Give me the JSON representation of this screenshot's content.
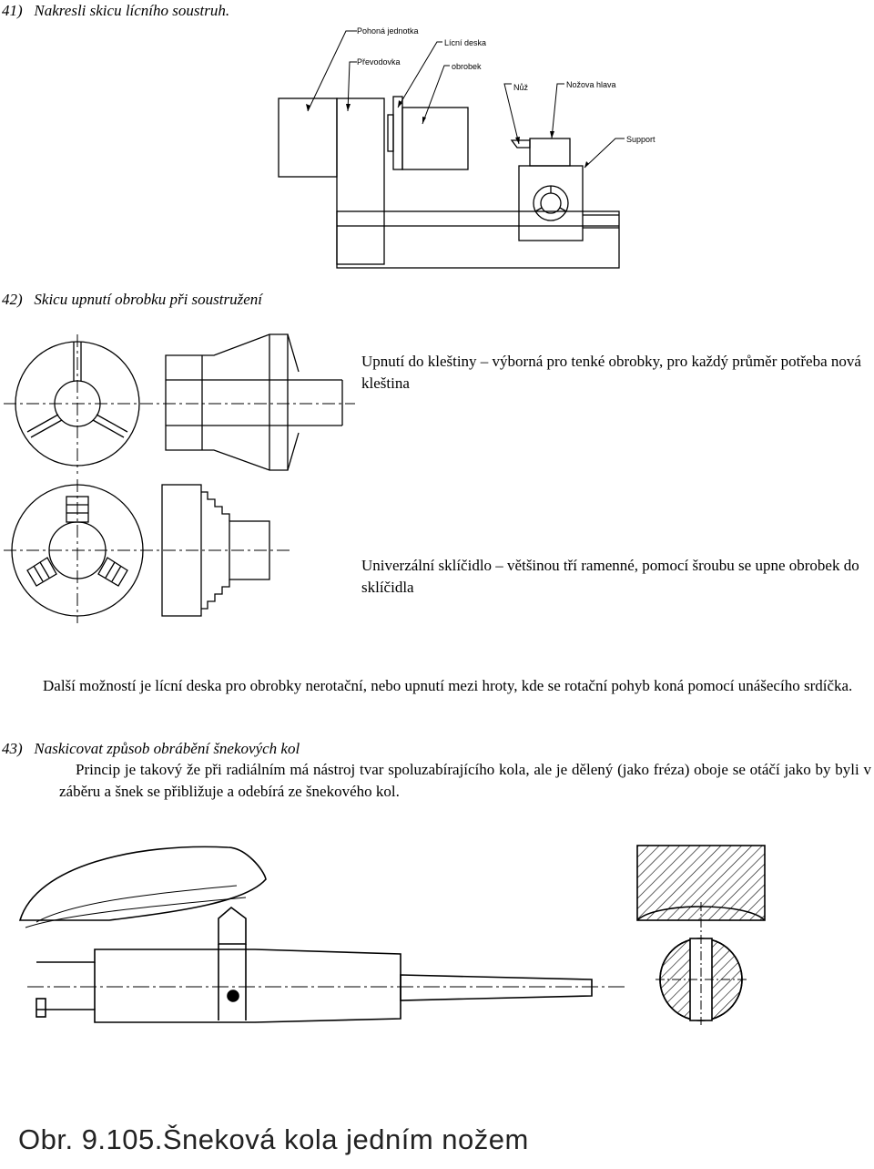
{
  "section41": {
    "heading": "41)   Nakresli skicu lícního soustruh.",
    "labels": {
      "pohona_jednotka": "Pohoná jednotka",
      "licni_deska": "Lícní deska",
      "prevodovka": "Převodovka",
      "obrobek": "obrobek",
      "nuz": "Nůž",
      "nozova_hlava": "Nožova hlava",
      "support": "Support"
    }
  },
  "section42": {
    "heading": "42)   Skicu upnutí obrobku při soustružení",
    "collet_text": "Upnutí do kleštiny – výborná pro tenké obrobky, pro každý průměr potřeba nová kleština",
    "chuck_text": "Univerzální sklíčidlo – většinou tří ramenné, pomocí šroubu se upne obrobek do sklíčidla",
    "faceplate_text": "Další možností je lícní deska pro obrobky nerotační, nebo upnutí mezi hroty, kde se rotační pohyb koná pomocí unášecího srdíčka."
  },
  "section43": {
    "heading": "43)   Naskicovat způsob obrábění šnekových kol",
    "text": "Princip je takový že při radiálním má nástroj tvar spoluzabírajícího kola, ale je dělený (jako fréza) oboje se otáčí jako by byli v záběru a šnek se přibližuje a odebírá ze šnekového kol.",
    "caption": "Obr.  9.105.Šneková kola jedním nožem"
  }
}
